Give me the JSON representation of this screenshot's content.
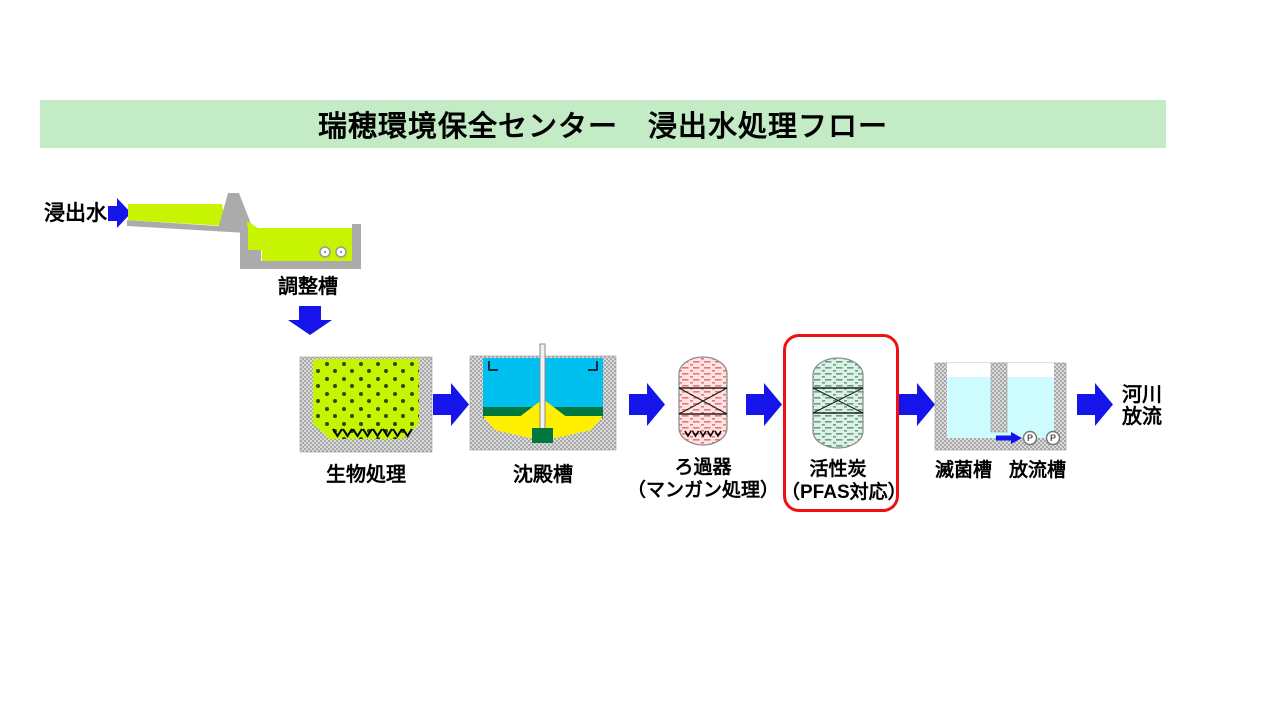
{
  "title": "瑞穂環境保全センター　浸出水処理フロー",
  "labels": {
    "inflow": "浸出水",
    "adjustment_tank": "調整槽",
    "biological_treatment": "生物処理",
    "sedimentation_tank": "沈殿槽",
    "filter_line1": "ろ過器",
    "filter_line2": "（マンガン処理）",
    "activated_carbon_line1": "活性炭",
    "activated_carbon_line2": "（PFAS対応）",
    "sterilization_tank": "滅菌槽",
    "discharge_tank": "放流槽",
    "river_line1": "河川",
    "river_line2": "放流",
    "pump": "P"
  },
  "colors": {
    "banner_bg": "#C2EBC6",
    "leachate_green": "#C6F401",
    "arrow_blue": "#1414EB",
    "water_cyan": "#00C0F0",
    "water_pale": "#CEFBFD",
    "sludge_green": "#007840",
    "funnel_yellow": "#FFF000",
    "highlight_red": "#EE1111",
    "wall_gray": "#ABABAB"
  }
}
